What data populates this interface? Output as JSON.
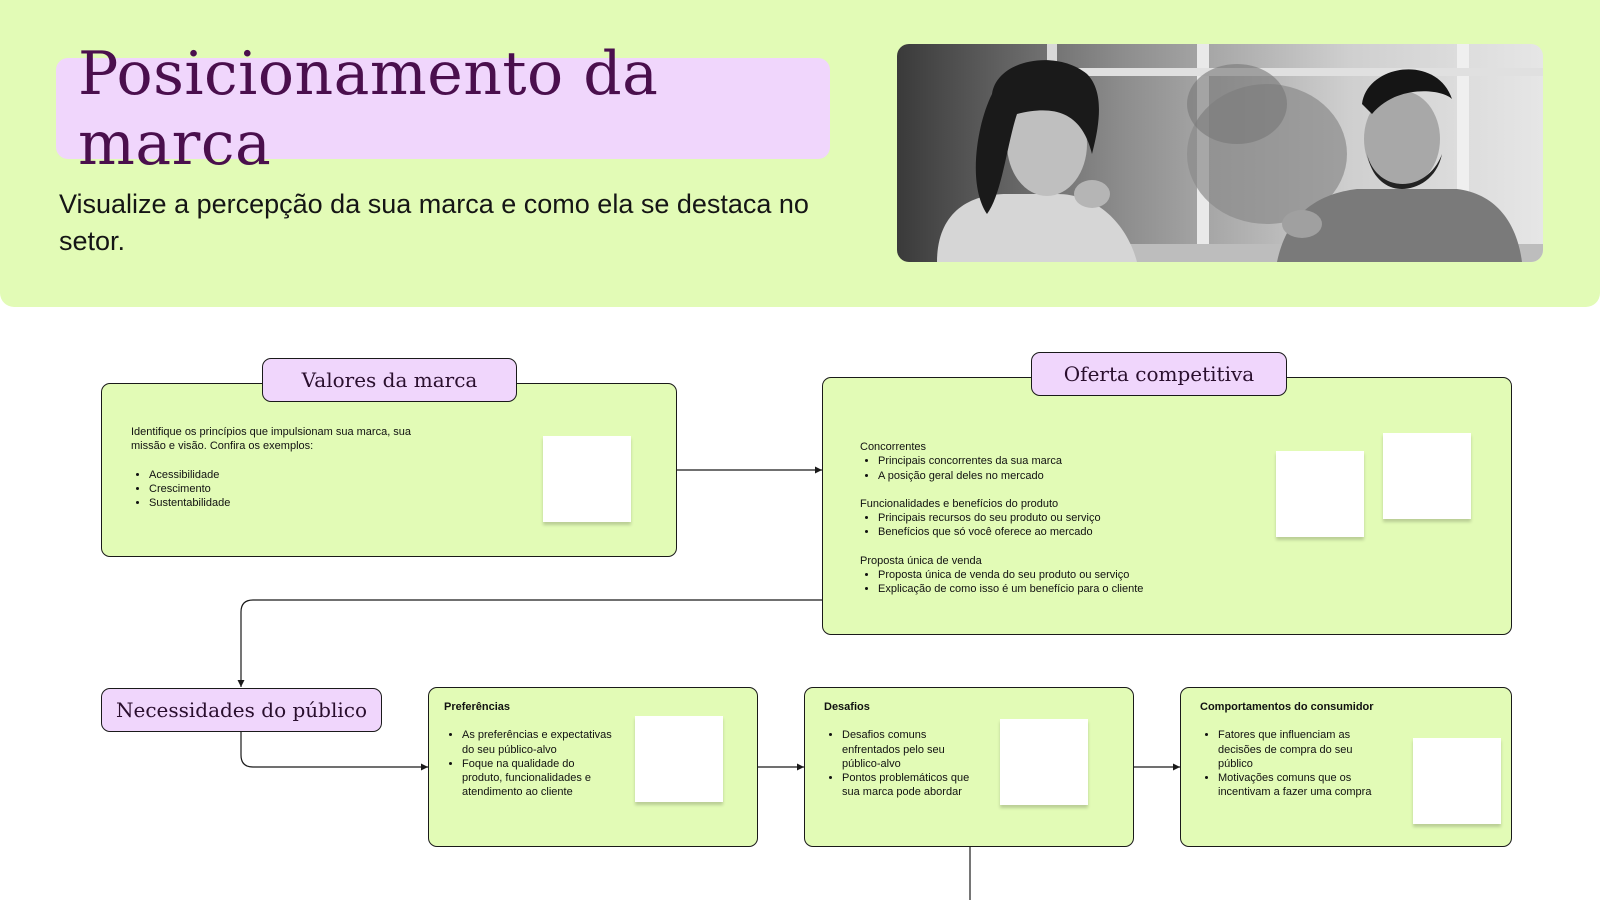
{
  "header": {
    "title": "Posicionamento da marca",
    "subtitle": "Visualize a percepção da sua marca e como ela se destaca no setor."
  },
  "values_section": {
    "tag": "Valores da marca",
    "intro": "Identifique os princípios que impulsionam sua marca, sua missão e visão. Confira os exemplos:",
    "items": [
      "Acessibilidade",
      "Crescimento",
      "Sustentabilidade"
    ]
  },
  "offer_section": {
    "tag": "Oferta competitiva",
    "groups": [
      {
        "heading": "Concorrentes",
        "items": [
          "Principais concorrentes da sua marca",
          "A posição geral deles no mercado"
        ]
      },
      {
        "heading": "Funcionalidades e benefícios do produto",
        "items": [
          "Principais recursos do seu produto ou serviço",
          "Benefícios que só você oferece ao mercado"
        ]
      },
      {
        "heading": "Proposta única de venda",
        "items": [
          "Proposta única de venda do seu produto ou serviço",
          "Explicação de como isso é um benefício para o cliente"
        ]
      }
    ]
  },
  "needs_section": {
    "tag": "Necessidades do público",
    "cards": [
      {
        "heading": "Preferências",
        "items": [
          "As preferências e expectativas do seu público-alvo",
          "Foque na qualidade do produto, funcionalidades e atendimento ao cliente"
        ]
      },
      {
        "heading": "Desafios",
        "items": [
          "Desafios comuns enfrentados pelo seu público-alvo",
          "Pontos problemáticos que sua marca pode abordar"
        ]
      },
      {
        "heading": "Comportamentos do consumidor",
        "items": [
          "Fatores que influenciam as decisões de compra do seu público",
          "Motivações comuns que os incentivam a fazer uma compra"
        ]
      }
    ]
  },
  "colors": {
    "green": "#e2fbb6",
    "lilac": "#f0d6fc",
    "title_text": "#4a0f4d"
  }
}
